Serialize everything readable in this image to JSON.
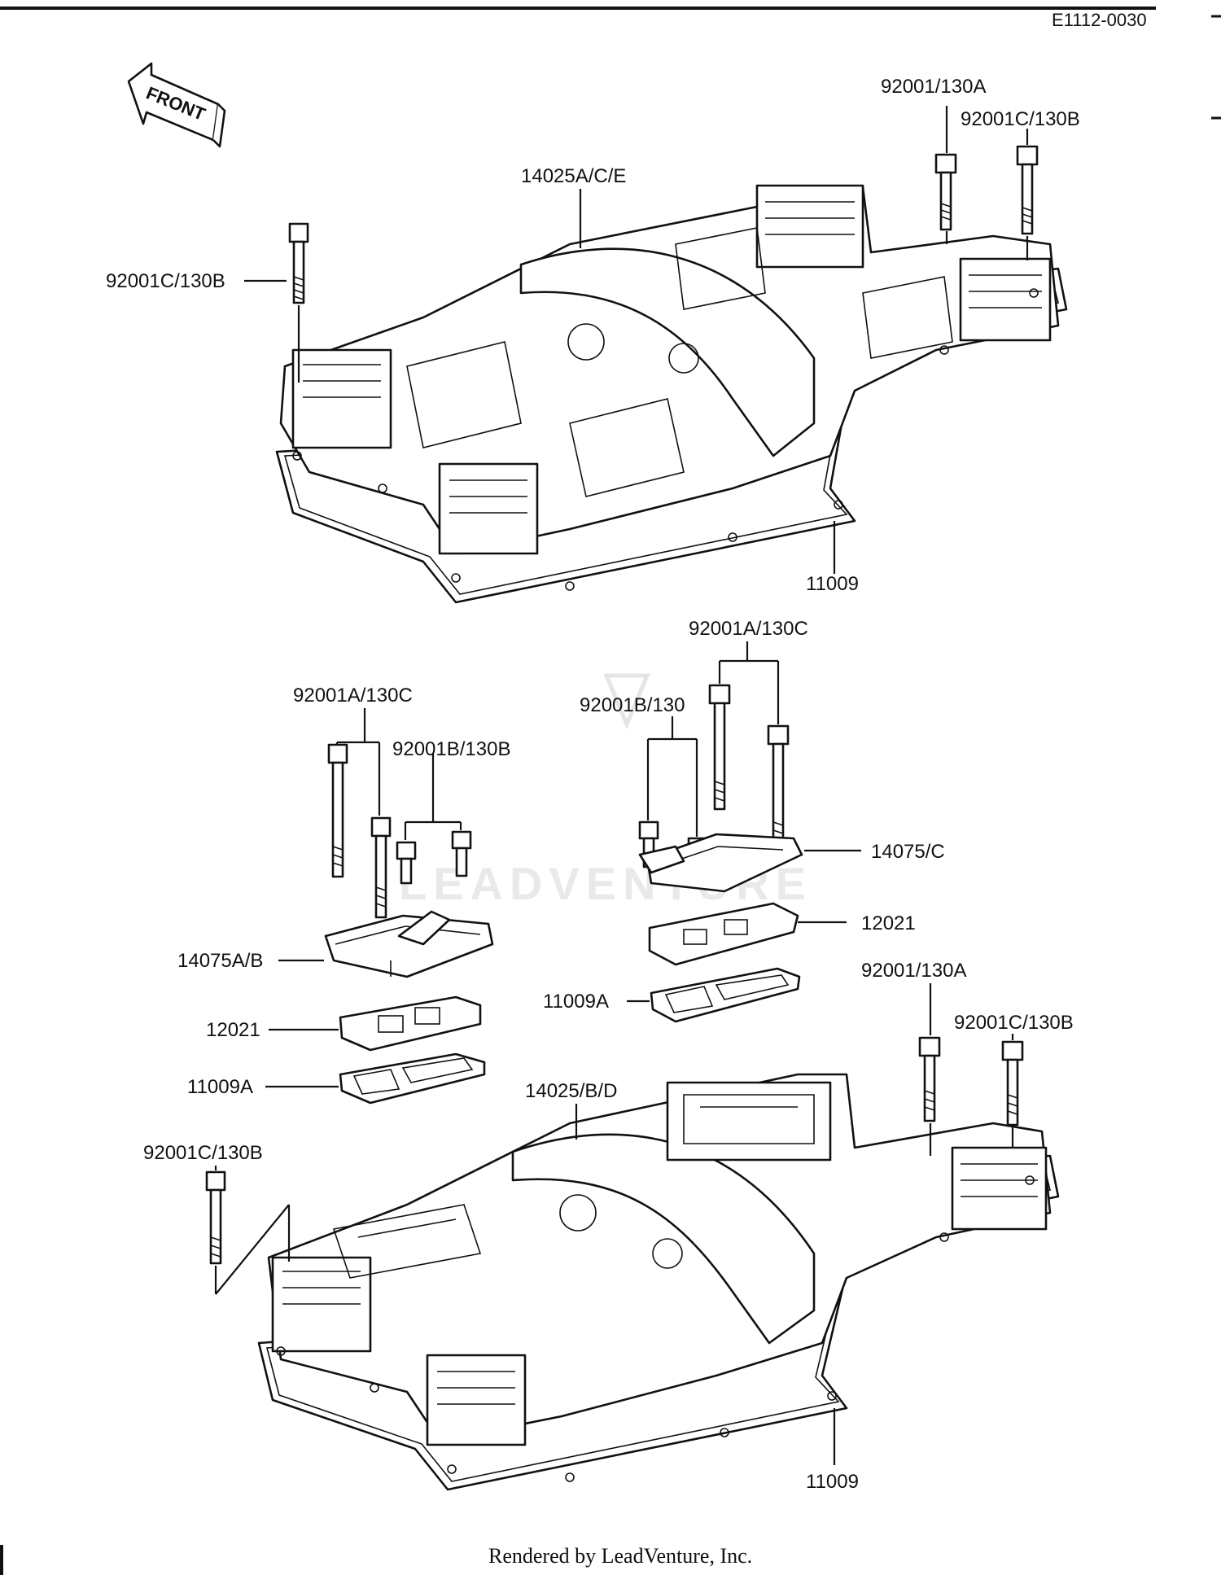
{
  "header": {
    "doc_code": "E1112-0030"
  },
  "front_arrow": {
    "label": "FRONT"
  },
  "watermark": {
    "text": "LEADVENTURE"
  },
  "callouts": {
    "top_bolt_130a": "92001/130A",
    "top_bolt_130b_right": "92001C/130B",
    "top_cover": "14025A/C/E",
    "top_bolt_130b_left": "92001C/130B",
    "top_gasket": "11009",
    "mid_right_bolt_130c": "92001A/130C",
    "mid_right_bolt_130": "92001B/130",
    "mid_left_bolt_130c": "92001A/130C",
    "mid_left_bolt_130b": "92001B/130B",
    "mid_right_breather": "14075/C",
    "mid_right_plate": "12021",
    "mid_right_gasket": "11009A",
    "mid_left_breather": "14075A/B",
    "mid_left_plate": "12021",
    "mid_left_gasket": "11009A",
    "bottom_bolt_130a": "92001/130A",
    "bottom_bolt_130b_right": "92001C/130B",
    "bottom_cover": "14025/B/D",
    "bottom_bolt_130b_left": "92001C/130B",
    "bottom_gasket": "11009"
  },
  "footer": {
    "rendered_by": "Rendered by LeadVenture, Inc."
  }
}
